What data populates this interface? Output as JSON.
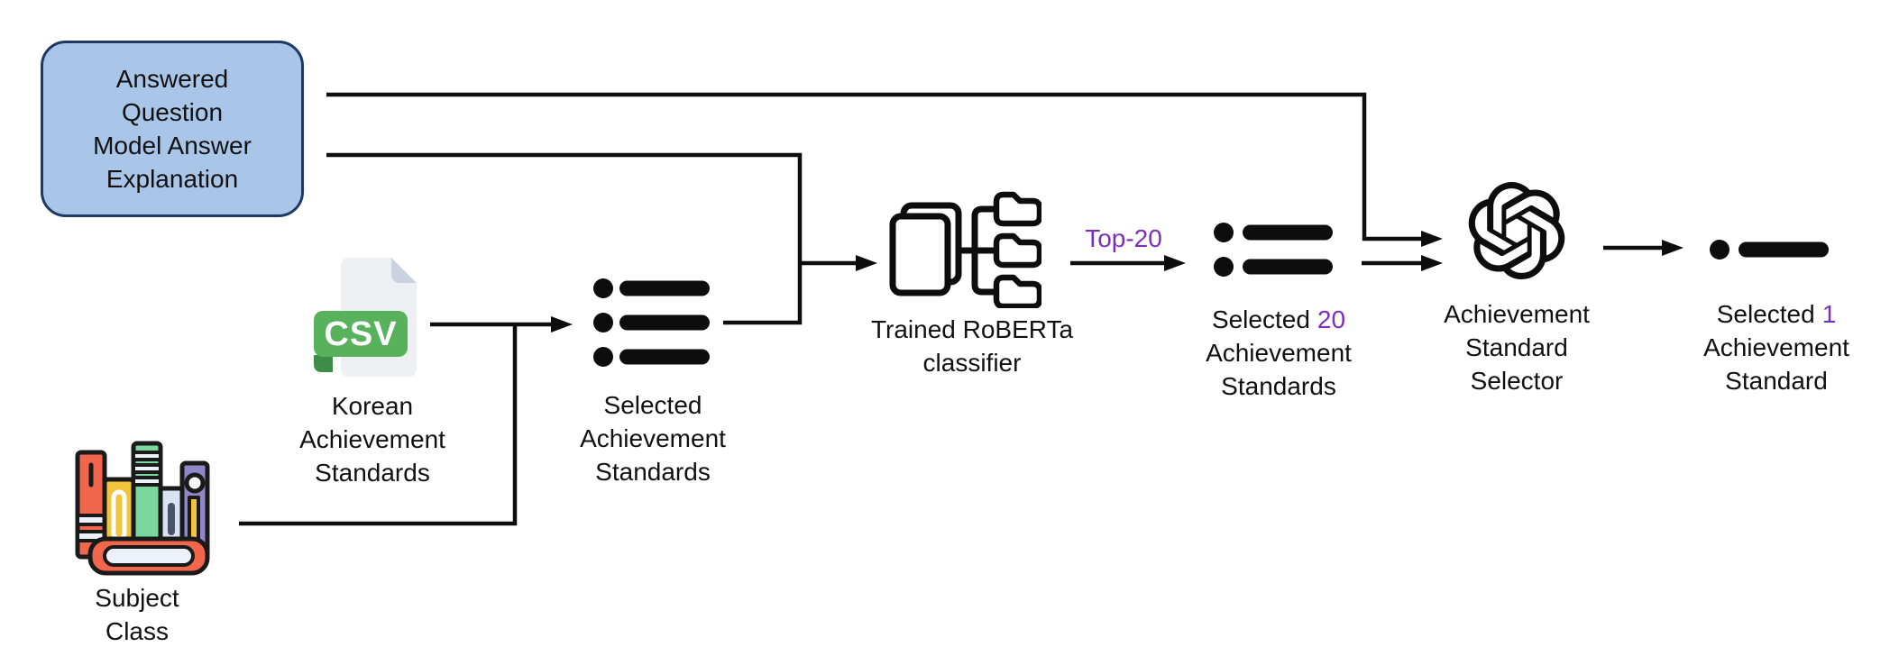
{
  "diagram": {
    "input_box": {
      "lines": [
        "Answered",
        "Question",
        "Model Answer",
        "Explanation"
      ]
    },
    "korean_standards": {
      "badge": "CSV",
      "label": [
        "Korean",
        "Achievement",
        "Standards"
      ]
    },
    "subject_class": {
      "label": [
        "Subject",
        "Class"
      ]
    },
    "selected_standards": {
      "label": [
        "Selected",
        "Achievement",
        "Standards"
      ]
    },
    "classifier": {
      "label": [
        "Trained RoBERTa",
        "classifier"
      ]
    },
    "top20_edge_label": "Top-20",
    "selected_20": {
      "prefix": "Selected",
      "count": "20",
      "rest": [
        "Achievement",
        "Standards"
      ]
    },
    "selector": {
      "label": [
        "Achievement",
        "Standard",
        "Selector"
      ]
    },
    "selected_1": {
      "prefix": "Selected",
      "count": "1",
      "rest": [
        "Achievement",
        "Standard"
      ]
    },
    "colors": {
      "highlight_purple": "#7A30BA",
      "box_fill": "#A9C6E8",
      "box_border": "#1F3864",
      "csv_green": "#58B25C",
      "line_black": "#0D0D0D"
    },
    "icons": {
      "korean_standards": "csv-file-icon",
      "subject_class": "books-icon",
      "selected_standards": "bullet-list-3-icon",
      "classifier": "documents-folders-classifier-icon",
      "selected_20": "bullet-list-2-icon",
      "selector": "openai-logo-icon",
      "selected_1": "bullet-list-1-icon"
    }
  }
}
